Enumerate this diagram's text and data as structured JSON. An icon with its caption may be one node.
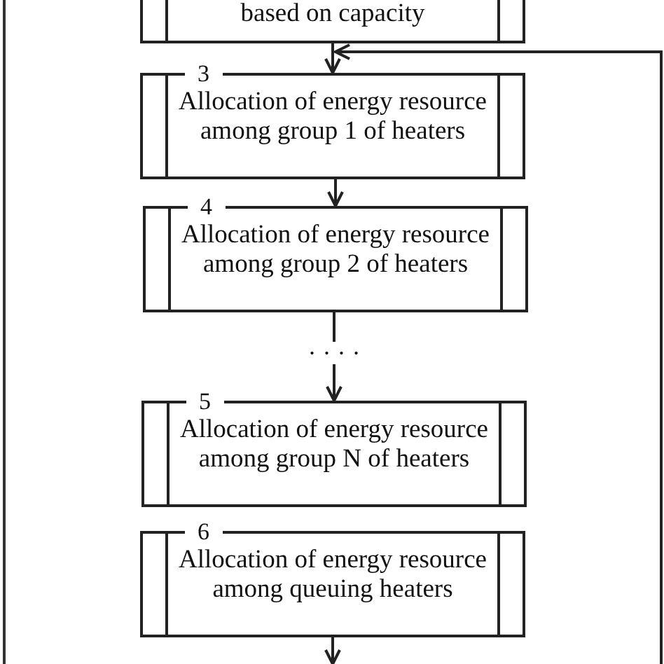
{
  "diagram": {
    "nodes": [
      {
        "text": [
          "based on capacity"
        ]
      },
      {
        "text": [
          "3",
          "Allocation of energy resource among group 1 of heaters"
        ]
      },
      {
        "text": [
          "4",
          "Allocation of energy resource among group 2 of heaters"
        ]
      },
      {
        "text": [
          "5",
          "Allocation of energy resource among group N of heaters"
        ]
      },
      {
        "text": [
          "6",
          "Allocation of energy resource among queuing heaters"
        ]
      }
    ],
    "edges": [
      {
        "from": 0,
        "to": 1,
        "arrow": "to"
      },
      {
        "from": 1,
        "to": 2,
        "arrow": "to"
      },
      {
        "from": 2,
        "to": 3,
        "arrow": "to",
        "label": "· · · ·"
      },
      {
        "from": 4,
        "to": null,
        "arrow": "to"
      },
      {
        "from": null,
        "to": 1,
        "arrow": "to"
      }
    ]
  }
}
